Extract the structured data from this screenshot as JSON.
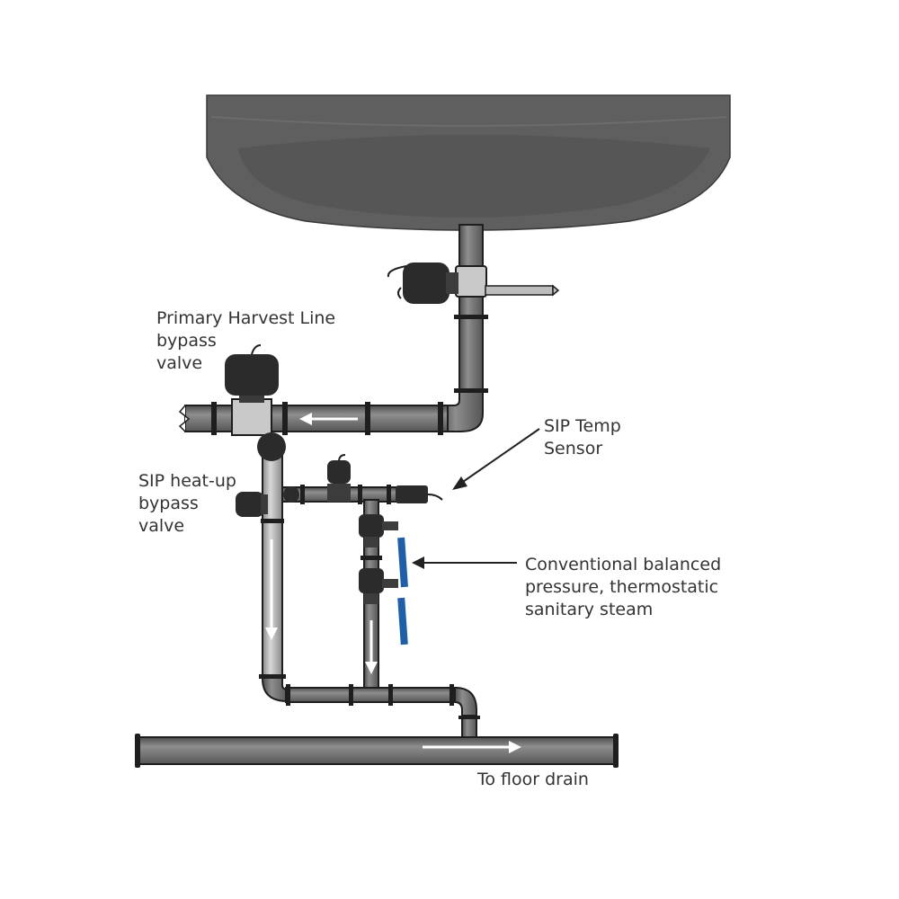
{
  "labels": {
    "primary_bypass": [
      "Primary Harvest Line",
      "bypass",
      "valve"
    ],
    "sip_heatup": [
      "SIP heat-up",
      "bypass",
      "valve"
    ],
    "sip_temp": [
      "SIP Temp",
      "Sensor"
    ],
    "conventional": [
      "Conventional balanced",
      "pressure, thermostatic",
      "sanitary steam"
    ],
    "floor_drain": "To floor drain"
  },
  "colors": {
    "vessel": "#5f5f5f",
    "vessel_shade": "#555555",
    "pipe": "#6a6a6a",
    "pipe_highlight": "#9c9c9c",
    "pipe_outline": "#1e1e1e",
    "valve": "#2b2b2b",
    "steam_trap_accent": "#1f5fa8",
    "flow_arrow": "#ffffff",
    "leader_arrow": "#222222",
    "text": "#333333"
  },
  "icons": {
    "flow": "white-flow-arrow",
    "leader": "callout-arrow"
  }
}
